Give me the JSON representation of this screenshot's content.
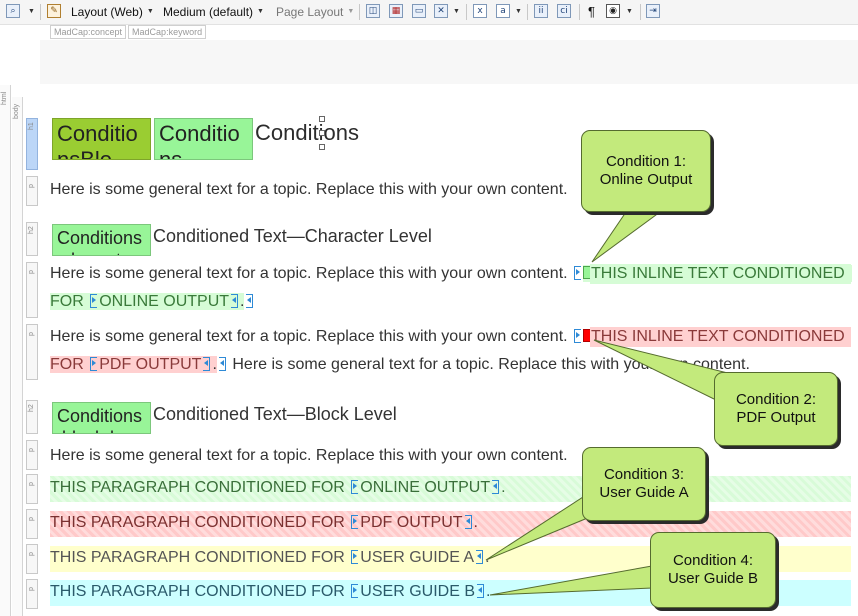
{
  "toolbar": {
    "layout_label": "Layout (Web)",
    "medium_label": "Medium (default)",
    "page_layout_label": "Page Layout"
  },
  "tags": [
    "MadCap:concept",
    "MadCap:keyword"
  ],
  "structure": {
    "html_label": "html",
    "body_label": "body",
    "blocks": [
      "h1",
      "p",
      "h2",
      "p",
      "p",
      "h2",
      "p",
      "p",
      "p",
      "p",
      "p"
    ]
  },
  "content": {
    "h1_cond1": "Conditio nsBlo",
    "h1_cond2": "Conditio ns",
    "h1_title": "Conditions",
    "p1": "Here is some general text for a topic. Replace this with your own content.",
    "h2a_cond": "Conditions :charact",
    "h2a_title": "Conditioned Text—Character Level",
    "p2_text": "Here is some general text for a topic. Replace this with your own content.",
    "p2_inline": "THIS INLINE TEXT CONDITIONED",
    "p2_line2_a": "FOR",
    "p2_line2_b": "ONLINE OUTPUT",
    "p2_line2_c": ".",
    "p3_text": "Here is some general text for a topic. Replace this with your own content.",
    "p3_inline": "THIS INLINE TEXT CONDITIONED",
    "p3_line2_a": "FOR",
    "p3_line2_b": "PDF OUTPUT",
    "p3_line2_c": ".",
    "p3_line2_rest": "Here is some general text for a topic. Replace this with your own content.",
    "h2b_cond": "Conditions :block-le",
    "h2b_title": "Conditioned Text—Block Level",
    "p4": "Here is some general text for a topic. Replace this with your own content.",
    "band1_a": "THIS PARAGRAPH CONDITIONED FOR",
    "band1_b": "ONLINE OUTPUT",
    "band2_a": "THIS PARAGRAPH CONDITIONED FOR",
    "band2_b": "PDF OUTPUT",
    "band3_a": "THIS PARAGRAPH CONDITIONED FOR",
    "band3_b": "USER GUIDE A",
    "band4_a": "THIS PARAGRAPH CONDITIONED FOR",
    "band4_b": "USER GUIDE B",
    "period": "."
  },
  "callouts": [
    {
      "line1": "Condition 1:",
      "line2": "Online Output"
    },
    {
      "line1": "Condition 2:",
      "line2": "PDF Output"
    },
    {
      "line1": "Condition 3:",
      "line2": "User Guide A"
    },
    {
      "line1": "Condition 4:",
      "line2": "User Guide B"
    }
  ],
  "colors": {
    "online": "#98f598",
    "pdf": "#ff0000",
    "user_guide_a": "#ffffcc",
    "user_guide_b": "#ccffff",
    "callout": "#c3ea7c"
  }
}
